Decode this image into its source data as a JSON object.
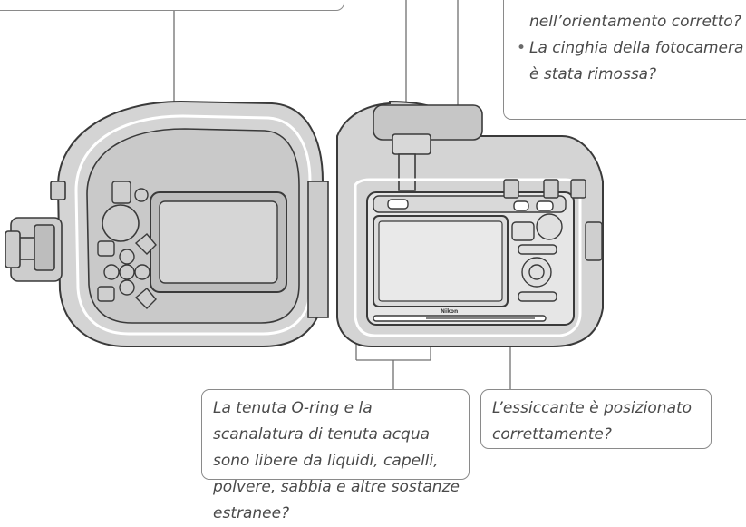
{
  "callouts": {
    "top_right": {
      "items": [
        "La fotocamera è nell’orientamento corretto?",
        "La cinghia della fotocamera è stata rimossa?"
      ],
      "bullet": "•"
    },
    "bottom_left": {
      "text": "La tenuta O-ring e la scanalatura di tenuta acqua sono libere da liquidi, capelli, polvere, sabbia e altre sostanze estranee?"
    },
    "bottom_right": {
      "text": "L’essiccante è posizionato correttamente?"
    }
  },
  "illustration": {
    "brand_mark": "Nikon"
  },
  "colors": {
    "housing_fill": "#d4d4d4",
    "housing_dark": "#bdbdbd",
    "outline": "#3a3a3a",
    "leader_line": "#707070",
    "callout_border": "#8a8a8a",
    "callout_text": "#4a4a4a"
  }
}
